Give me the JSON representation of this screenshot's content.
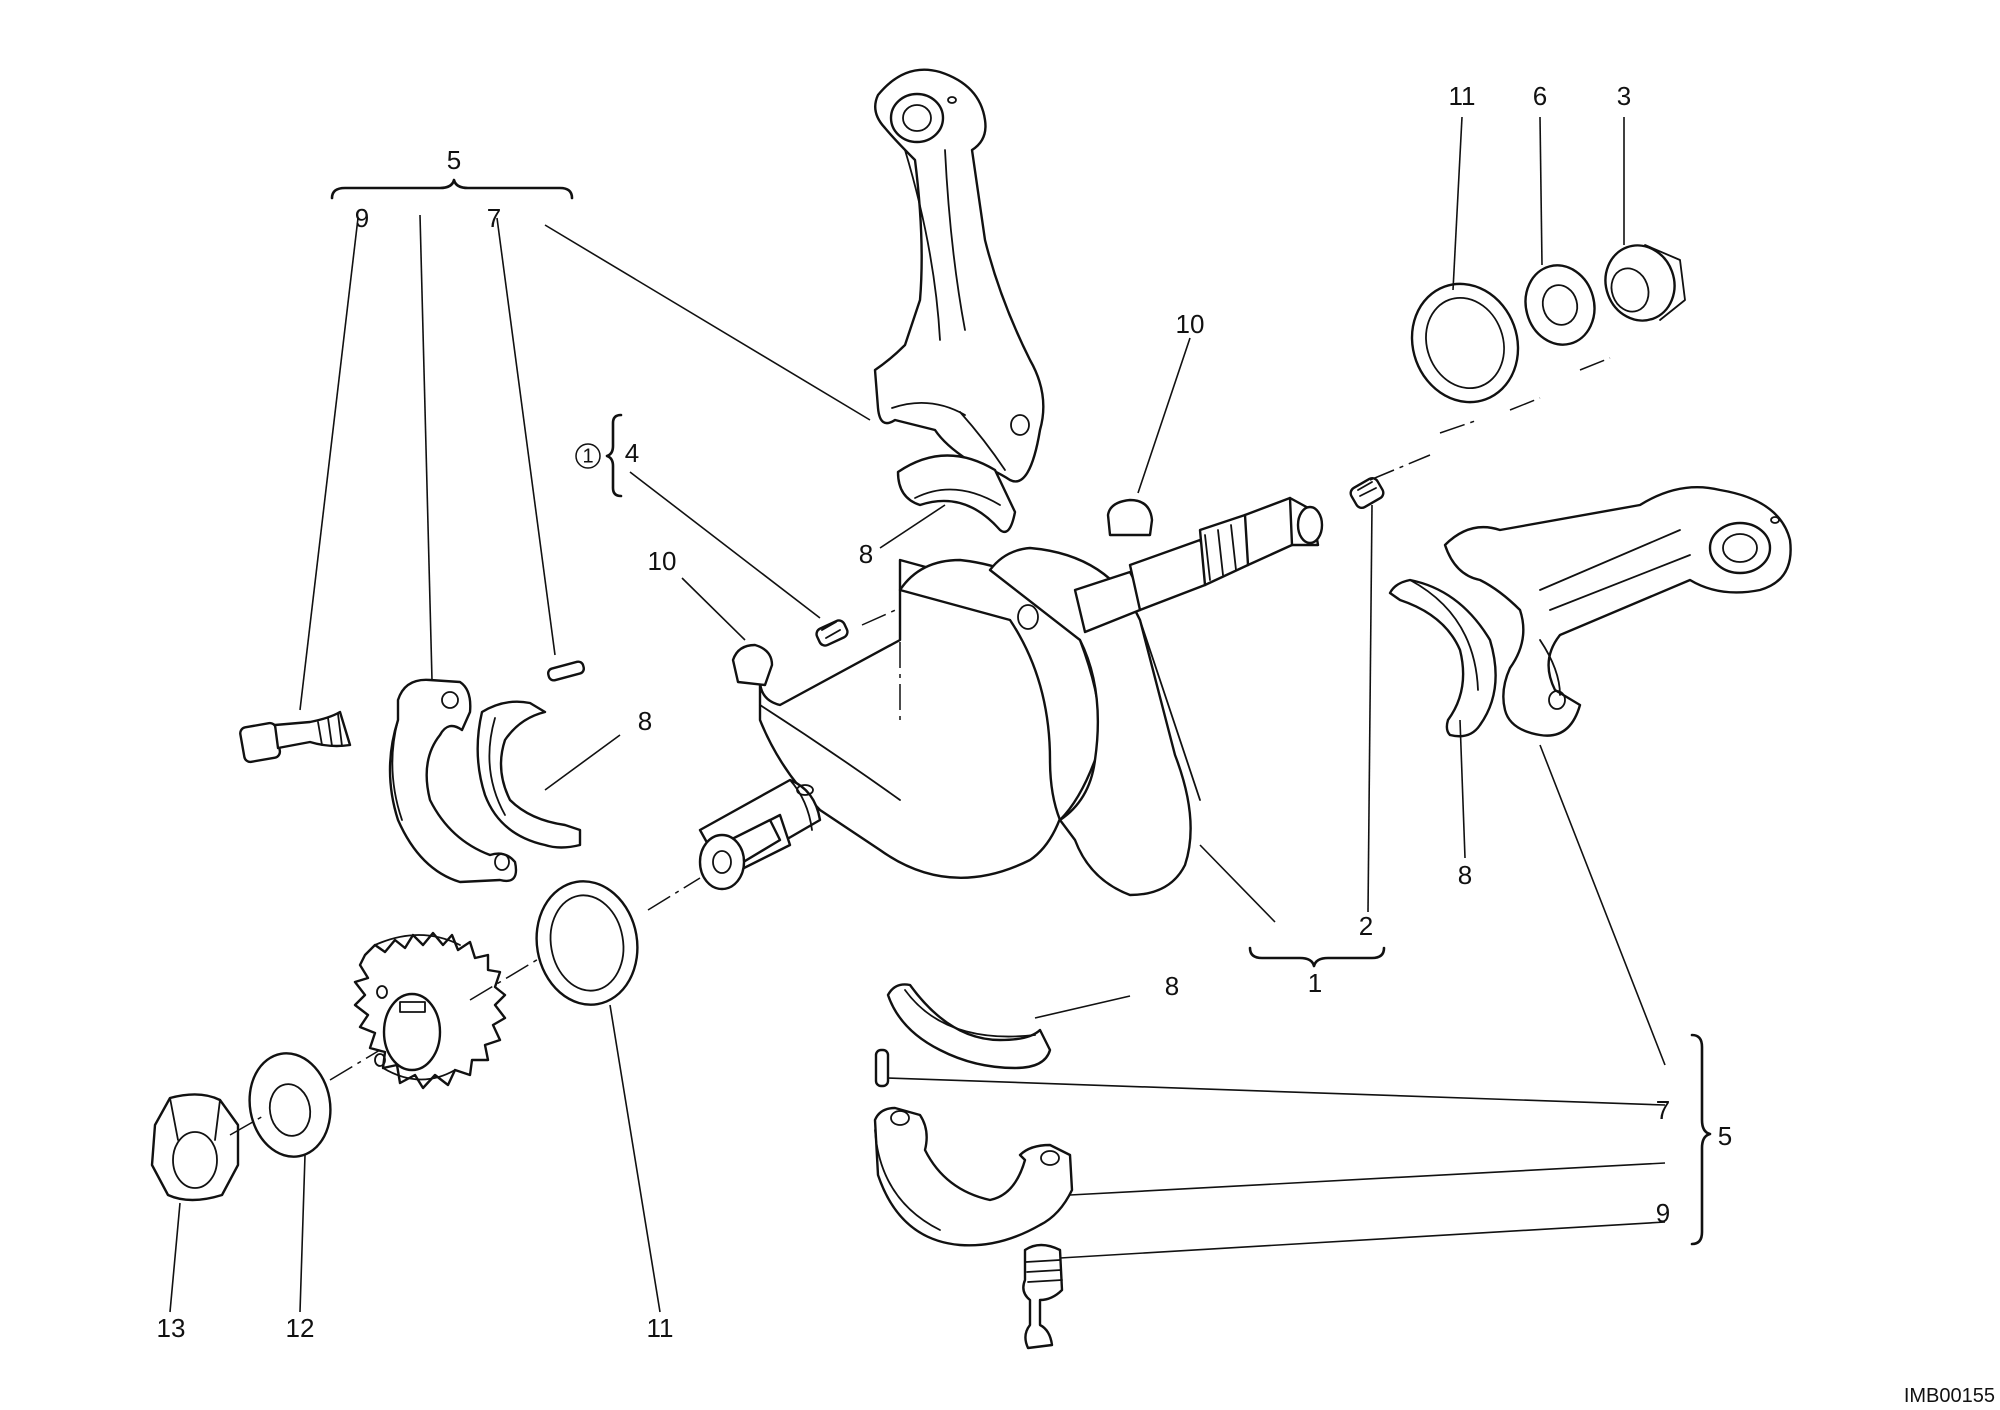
{
  "diagram": {
    "drawing_code": "IMB00155",
    "callouts": {
      "c5_top": "5",
      "c9_top": "9",
      "c7_top": "7",
      "c1_circ": "1",
      "c4": "4",
      "c10_left": "10",
      "c8_top": "8",
      "c10_right": "10",
      "c11_top": "11",
      "c6": "6",
      "c3": "3",
      "c8_left": "8",
      "c8_right": "8",
      "c2": "2",
      "c1_bottom": "1",
      "c8_mid": "8",
      "c7_right": "7",
      "c5_right": "5",
      "c9_right": "9",
      "c13": "13",
      "c12": "12",
      "c11_bottom": "11"
    }
  }
}
